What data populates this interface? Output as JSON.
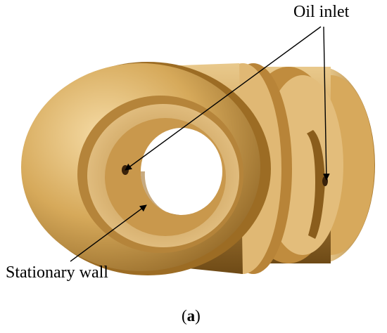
{
  "figure": {
    "labels": {
      "oil_inlet": "Oil inlet",
      "stationary_wall": "Stationary wall"
    },
    "caption": {
      "open": "(",
      "letter": "a",
      "close": ")"
    },
    "colors": {
      "brass_light": "#f3d49a",
      "brass_mid": "#c99a45",
      "brass_dark": "#6e4a16",
      "arrow": "#000000"
    }
  }
}
